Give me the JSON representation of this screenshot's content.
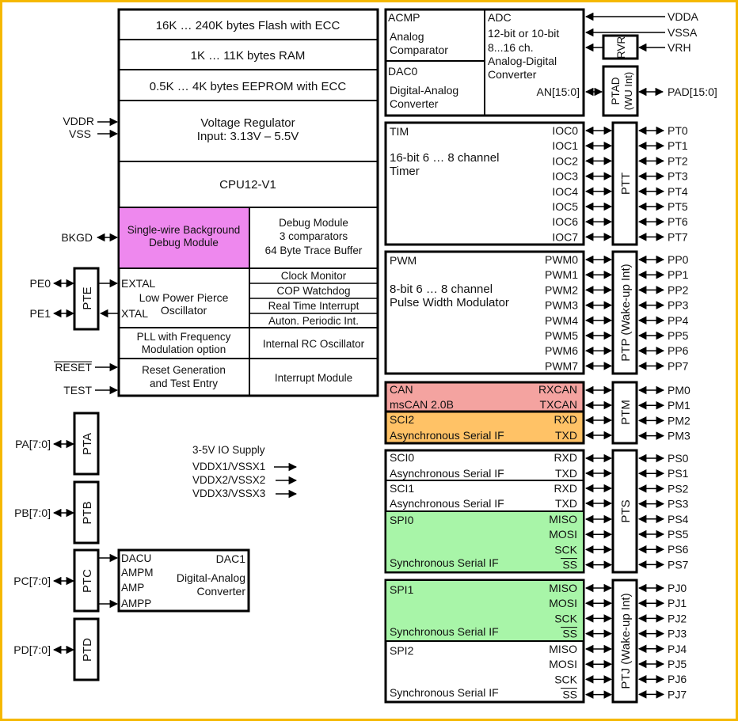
{
  "colors": {
    "frame": "#f5b800",
    "debug": "#ee88ee",
    "can": "#f4a3a0",
    "sci2": "#ffc266",
    "spi": "#a8f5a8"
  },
  "mcu": {
    "flash": "16K … 240K bytes Flash with ECC",
    "ram": "1K … 11K bytes RAM",
    "eeprom": "0.5K … 4K bytes EEPROM with ECC",
    "vreg_line1": "Voltage Regulator",
    "vreg_line2": "Input: 3.13V – 5.5V",
    "cpu": "CPU12-V1",
    "bdm_line1": "Single-wire Background",
    "bdm_line2": "Debug Module",
    "dbg_line1": "Debug Module",
    "dbg_line2": "3 comparators",
    "dbg_line3": "64 Byte Trace Buffer",
    "extal": "EXTAL",
    "xtal": "XTAL",
    "osc_line1": "Low Power Pierce",
    "osc_line2": "Oscillator",
    "clock_monitor": "Clock Monitor",
    "cop": "COP Watchdog",
    "rti": "Real Time Interrupt",
    "api": "Auton. Periodic Int.",
    "pll_line1": "PLL with Frequency",
    "pll_line2": "Modulation option",
    "irc": "Internal RC Oscillator",
    "reset_line1": "Reset Generation",
    "reset_line2": "and Test Entry",
    "int": "Interrupt Module"
  },
  "left_pins": {
    "vddr": "VDDR",
    "vss": "VSS",
    "bkgd": "BKGD",
    "pe0": "PE0",
    "pe1": "PE1",
    "reset": "RESET",
    "test": "TEST",
    "pa": "PA[7:0]",
    "pb": "PB[7:0]",
    "pc": "PC[7:0]",
    "pd": "PD[7:0]"
  },
  "ports": {
    "pte": "PTE",
    "pta": "PTA",
    "ptb": "PTB",
    "ptc": "PTC",
    "ptd": "PTD"
  },
  "supply": {
    "title": "3-5V IO Supply",
    "lines": [
      "VDDX1/VSSX1",
      "VDDX2/VSSX2",
      "VDDX3/VSSX3"
    ]
  },
  "dac1": {
    "title_line1": "DAC1",
    "title_line2": "Digital-Analog",
    "title_line3": "Converter",
    "pins": [
      "DACU",
      "AMPM",
      "AMP",
      "AMPP"
    ]
  },
  "acmp": {
    "title": "ACMP",
    "line1": "Analog",
    "line2": "Comparator"
  },
  "dac0": {
    "title": "DAC0",
    "line1": "Digital-Analog",
    "line2": "Converter"
  },
  "adc": {
    "title": "ADC",
    "line1": "12-bit or 10-bit",
    "line2": "8...16 ch.",
    "line3": "Analog-Digital",
    "line4": "Converter",
    "pin": "AN[15:0]"
  },
  "analog_pins": {
    "vdda": "VDDA",
    "vssa": "VSSA",
    "vrh": "VRH",
    "pad": "PAD[15:0]",
    "rvr": "RVR",
    "ptad": "PTAD",
    "ptad_sub": "(WU Int)"
  },
  "tim": {
    "title": "TIM",
    "line1": "16-bit 6 … 8 channel",
    "line2": "Timer",
    "channels": [
      "IOC0",
      "IOC1",
      "IOC2",
      "IOC3",
      "IOC4",
      "IOC5",
      "IOC6",
      "IOC7"
    ],
    "port": "PTT",
    "pins": [
      "PT0",
      "PT1",
      "PT2",
      "PT3",
      "PT4",
      "PT5",
      "PT6",
      "PT7"
    ]
  },
  "pwm": {
    "title": "PWM",
    "line1": "8-bit 6 … 8 channel",
    "line2": "Pulse Width Modulator",
    "channels": [
      "PWM0",
      "PWM1",
      "PWM2",
      "PWM3",
      "PWM4",
      "PWM5",
      "PWM6",
      "PWM7"
    ],
    "port": "PTP (Wake-up Int)",
    "pins": [
      "PP0",
      "PP1",
      "PP2",
      "PP3",
      "PP4",
      "PP5",
      "PP6",
      "PP7"
    ]
  },
  "can": {
    "title": "CAN",
    "sub": "msCAN 2.0B",
    "rx": "RXCAN",
    "tx": "TXCAN"
  },
  "sci2": {
    "title": "SCI2",
    "sub": "Asynchronous Serial IF",
    "rx": "RXD",
    "tx": "TXD"
  },
  "ptm": {
    "port": "PTM",
    "pins": [
      "PM0",
      "PM1",
      "PM2",
      "PM3"
    ]
  },
  "sci0": {
    "title": "SCI0",
    "sub": "Asynchronous Serial IF",
    "rx": "RXD",
    "tx": "TXD"
  },
  "sci1": {
    "title": "SCI1",
    "sub": "Asynchronous Serial IF",
    "rx": "RXD",
    "tx": "TXD"
  },
  "spi0": {
    "title": "SPI0",
    "sub": "Synchronous Serial IF",
    "signals": [
      "MISO",
      "MOSI",
      "SCK",
      "SS"
    ]
  },
  "pts": {
    "port": "PTS",
    "pins": [
      "PS0",
      "PS1",
      "PS2",
      "PS3",
      "PS4",
      "PS5",
      "PS6",
      "PS7"
    ]
  },
  "spi1": {
    "title": "SPI1",
    "sub": "Synchronous Serial IF",
    "signals": [
      "MISO",
      "MOSI",
      "SCK",
      "SS"
    ]
  },
  "spi2": {
    "title": "SPI2",
    "sub": "Synchronous Serial IF",
    "signals": [
      "MISO",
      "MOSI",
      "SCK",
      "SS"
    ]
  },
  "ptj": {
    "port": "PTJ (Wake-up Int)",
    "pins": [
      "PJ0",
      "PJ1",
      "PJ2",
      "PJ3",
      "PJ4",
      "PJ5",
      "PJ6",
      "PJ7"
    ]
  }
}
